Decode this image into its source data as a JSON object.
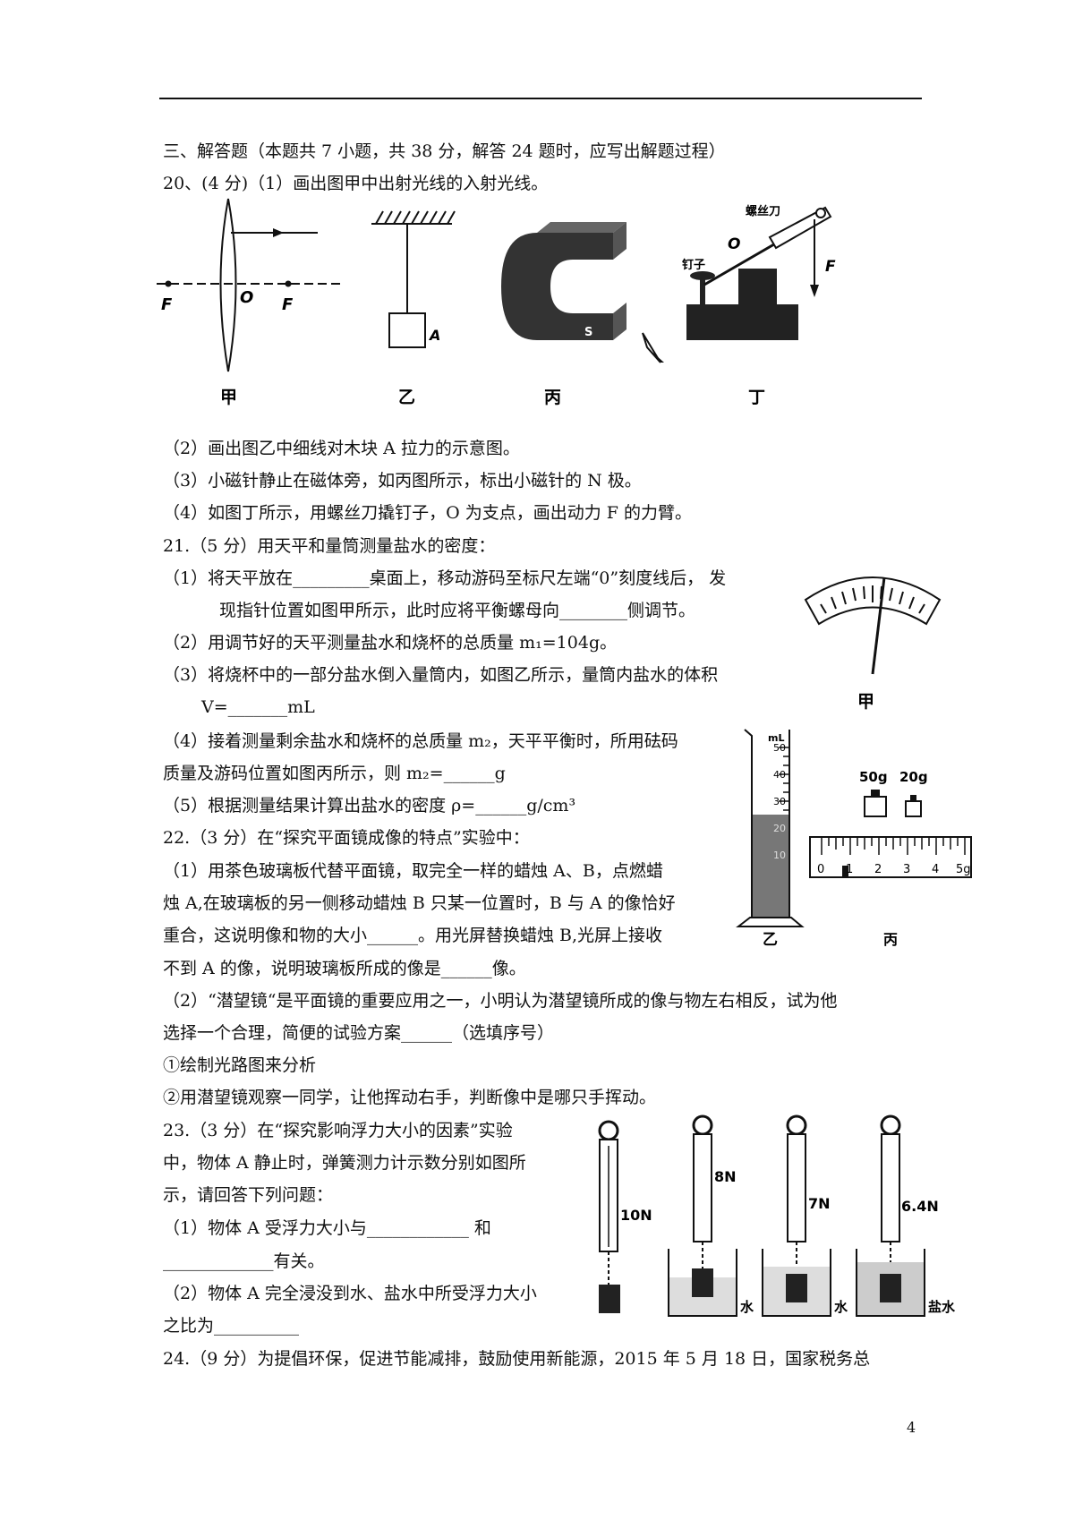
{
  "section_title": "三、解答题（本题共 7 小题，共 38 分，解答 24 题时，应写出解题过程）",
  "q20": {
    "stem": "20、(4 分)（1）画出图甲中出射光线的入射光线。",
    "p2": "（2）画出图乙中细线对木块 A 拉力的示意图。",
    "p3": "（3）小磁针静止在磁体旁，如丙图所示，标出小磁针的 N 极。",
    "p4": "（4）如图丁所示，用螺丝刀撬钉子，O 为支点，画出动力 F 的力臂。",
    "figs": {
      "jia": {
        "F_left": "F",
        "O": "O",
        "F_right": "F",
        "caption": "甲"
      },
      "yi": {
        "A": "A",
        "caption": "乙"
      },
      "bing": {
        "S": "S",
        "caption": "丙"
      },
      "ding": {
        "screwdriver": "螺丝刀",
        "nail": "钉子",
        "O": "O",
        "F": "F",
        "caption": "丁"
      }
    }
  },
  "q21": {
    "stem": "21.（5 分）用天平和量筒测量盐水的密度：",
    "p1a": "（1）将天平放在_________桌面上，移动游码至标尺左端“0”刻度线后， 发",
    "p1b": "现指针位置如图甲所示，此时应将平衡螺母向________侧调节。",
    "p2": "（2）用调节好的天平测量盐水和烧杯的总质量 m₁=104g。",
    "p3a": "（3）将烧杯中的一部分盐水倒入量筒内，如图乙所示，量筒内盐水的体积",
    "p3b": "V=_______mL",
    "p4a": "（4）接着测量剩余盐水和烧杯的总质量 m₂，天平平衡时，所用砝码",
    "p4b": "质量及游码位置如图丙所示，则 m₂=______g",
    "p5": "（5）根据测量结果计算出盐水的密度 ρ=______g/cm³",
    "figs": {
      "jia_caption": "甲",
      "cylinder": {
        "unit": "mL",
        "ticks": [
          "50",
          "40",
          "30",
          "20",
          "10"
        ],
        "caption": "乙"
      },
      "weights": {
        "w1": "50g",
        "w2": "20g",
        "scale": [
          "0",
          "1",
          "2",
          "3",
          "4",
          "5g"
        ],
        "caption": "丙"
      }
    }
  },
  "q22": {
    "stem": "22.（3 分）在“探究平面镜成像的特点”实验中：",
    "p1a": "（1）用茶色玻璃板代替平面镜，取完全一样的蜡烛 A、B，点燃蜡",
    "p1b": "烛 A,在玻璃板的另一侧移动蜡烛 B 只某一位置时，B 与 A 的像恰好",
    "p1c": "重合，这说明像和物的大小______。用光屏替换蜡烛 B,光屏上接收",
    "p1d": "不到 A 的像，说明玻璃板所成的像是______像。",
    "p2a": "（2）“潜望镜“是平面镜的重要应用之一，小明认为潜望镜所成的像与物左右相反，试为他",
    "p2b": "选择一个合理，简便的试验方案______（选填序号）",
    "o1": "①绘制光路图来分析",
    "o2": "②用潜望镜观察一同学，让他挥动右手，判断像中是哪只手挥动。"
  },
  "q23": {
    "l1": "23.（3 分）在“探究影响浮力大小的因素”实验",
    "l2": "中，物体 A 静止时，弹簧测力计示数分别如图所",
    "l3": "示，请回答下列问题：",
    "l4": "（1）物体  A  受浮力大小与____________  和",
    "l5": "_____________有关。",
    "l6": "（2）物体 A 完全浸没到水、盐水中所受浮力大小",
    "l7": "之比为__________",
    "figs": {
      "r1": "10N",
      "r2": "8N",
      "r3": "7N",
      "r4": "6.4N",
      "water": "水",
      "brine": "盐水"
    }
  },
  "q24": {
    "stem": "24.（9 分）为提倡环保，促进节能减排，鼓励使用新能源，2015 年 5 月 18 日，国家税务总"
  },
  "page_number": "4"
}
